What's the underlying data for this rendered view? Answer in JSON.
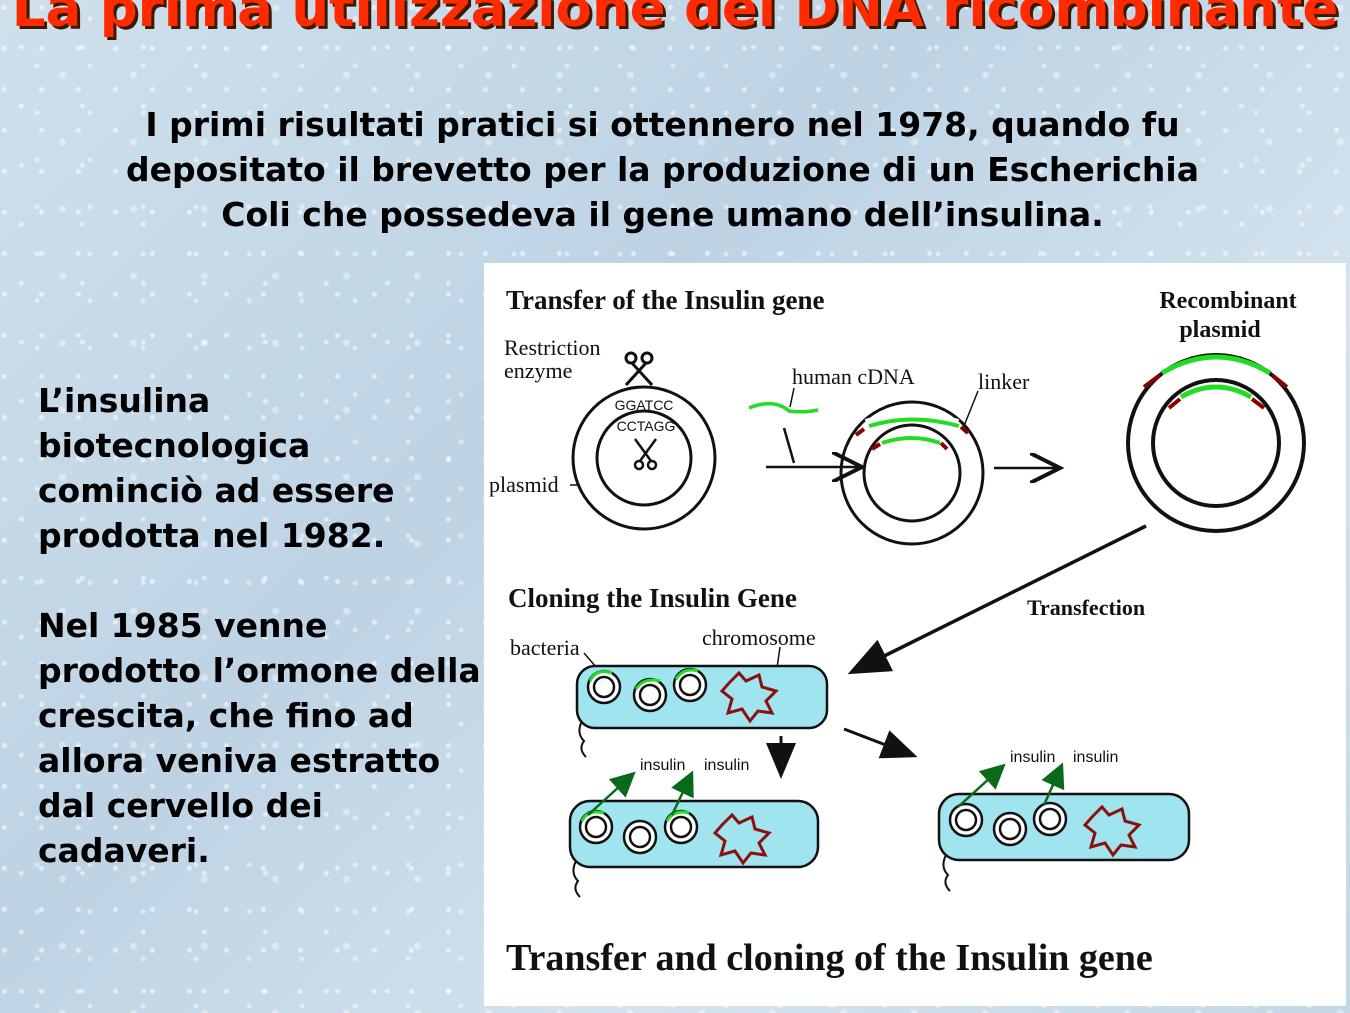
{
  "slide": {
    "title": "La prima utilizzazione del DNA ricombinante",
    "intro": "I primi risultati pratici si ottennero nel 1978, quando fu depositato il brevetto per la produzione di un Escherichia Coli che possedeva il gene umano dell’insulina.",
    "paragraph1": "L’insulina biotecnologica cominciò ad essere prodotta nel 1982.",
    "paragraph2": "Nel 1985 venne prodotto l’ormone della crescita, che fino ad allora veniva estratto dal cervello dei cadaveri."
  },
  "figure": {
    "heading_transfer": "Transfer of the Insulin gene",
    "label_restriction_line1": "Restriction",
    "label_restriction_line2": "enzyme",
    "label_seq_top": "GGATCC",
    "label_seq_bottom": "CCTAGG",
    "label_plasmid": "plasmid",
    "label_human_cdna": "human cDNA",
    "label_linker": "linker",
    "label_recombinant_line1": "Recombinant",
    "label_recombinant_line2": "plasmid",
    "heading_cloning": "Cloning the Insulin Gene",
    "label_transfection": "Transfection",
    "label_bacteria": "bacteria",
    "label_chromosome": "chromosome",
    "label_insulin_a1": "insulin",
    "label_insulin_a2": "insulin",
    "label_insulin_b1": "insulin",
    "label_insulin_b2": "insulin",
    "caption": "Transfer and cloning of the Insulin gene",
    "colors": {
      "cdna_green": "#22dd22",
      "linker_red": "#8b0000",
      "bacteria_fill": "#9fe4ee",
      "chromosome": "#8b1010",
      "arrow_green": "#0a6a1a"
    }
  }
}
